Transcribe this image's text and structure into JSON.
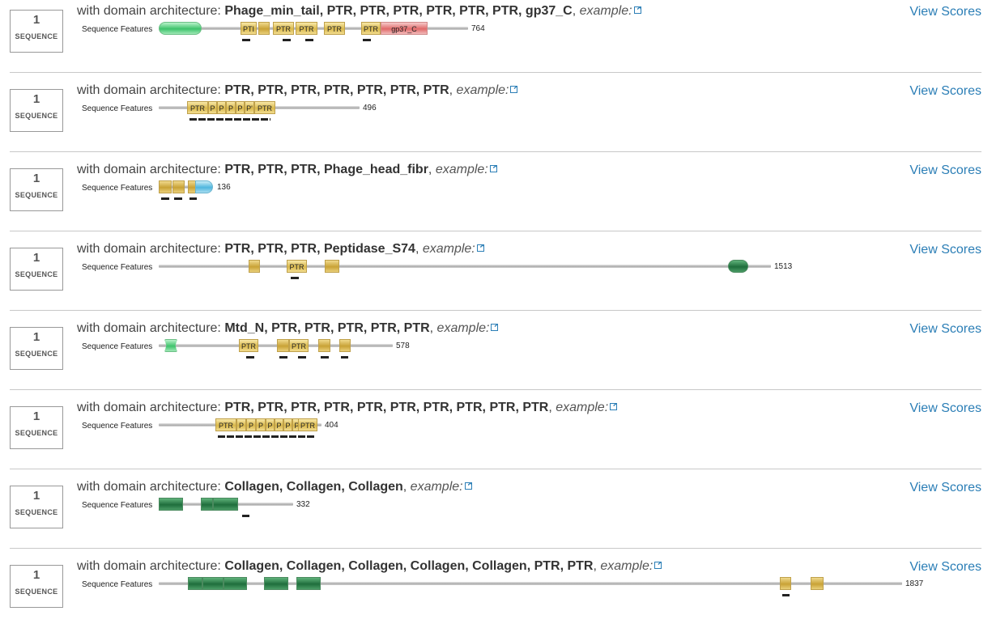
{
  "common": {
    "count": "1",
    "sequence_label": "SEQUENCE",
    "prefix": "with domain architecture:",
    "example": "example:",
    "view_scores": "View Scores",
    "sequence_features": "Sequence Features"
  },
  "rows": [
    {
      "architecture": "Phage_min_tail, PTR, PTR, PTR, PTR, PTR, PTR, gp37_C",
      "length": "764",
      "labels": {
        "ptr1": "PTI",
        "ptr2": "PTR",
        "ptr3": "PTR",
        "ptr4": "PTR",
        "ptr5": "PTR",
        "gp37": "gp37_C"
      }
    },
    {
      "architecture": "PTR, PTR, PTR, PTR, PTR, PTR, PTR",
      "length": "496",
      "labels": {
        "a": "PTR",
        "b": "P",
        "c": "P",
        "d": "P",
        "e": "P",
        "f": "P'",
        "g": "PTR"
      }
    },
    {
      "architecture": "PTR, PTR, PTR, Phage_head_fibr",
      "length": "136"
    },
    {
      "architecture": "PTR, PTR, PTR, Peptidase_S74",
      "length": "1513",
      "labels": {
        "ptr": "PTR"
      }
    },
    {
      "architecture": "Mtd_N, PTR, PTR, PTR, PTR, PTR",
      "length": "578",
      "labels": {
        "ptr1": "PTR",
        "ptr2": "PTR"
      }
    },
    {
      "architecture": "PTR, PTR, PTR, PTR, PTR, PTR, PTR, PTR, PTR, PTR",
      "length": "404",
      "labels": {
        "a": "PTR",
        "b": "P",
        "c": "P",
        "d": "P",
        "e": "P",
        "f": "P",
        "g": "P",
        "h": "P",
        "i": "PTR"
      }
    },
    {
      "architecture": "Collagen, Collagen, Collagen",
      "length": "332"
    },
    {
      "architecture": "Collagen, Collagen, Collagen, Collagen, Collagen, PTR, PTR",
      "length": "1837"
    }
  ],
  "colors": {
    "link": "#2b7eb6",
    "ptr": "#d9b84a",
    "collagen": "#1f6e3c",
    "mtd": "#3ec36c",
    "phage_head": "#4fb6de",
    "gp37": "#e06a6a"
  }
}
